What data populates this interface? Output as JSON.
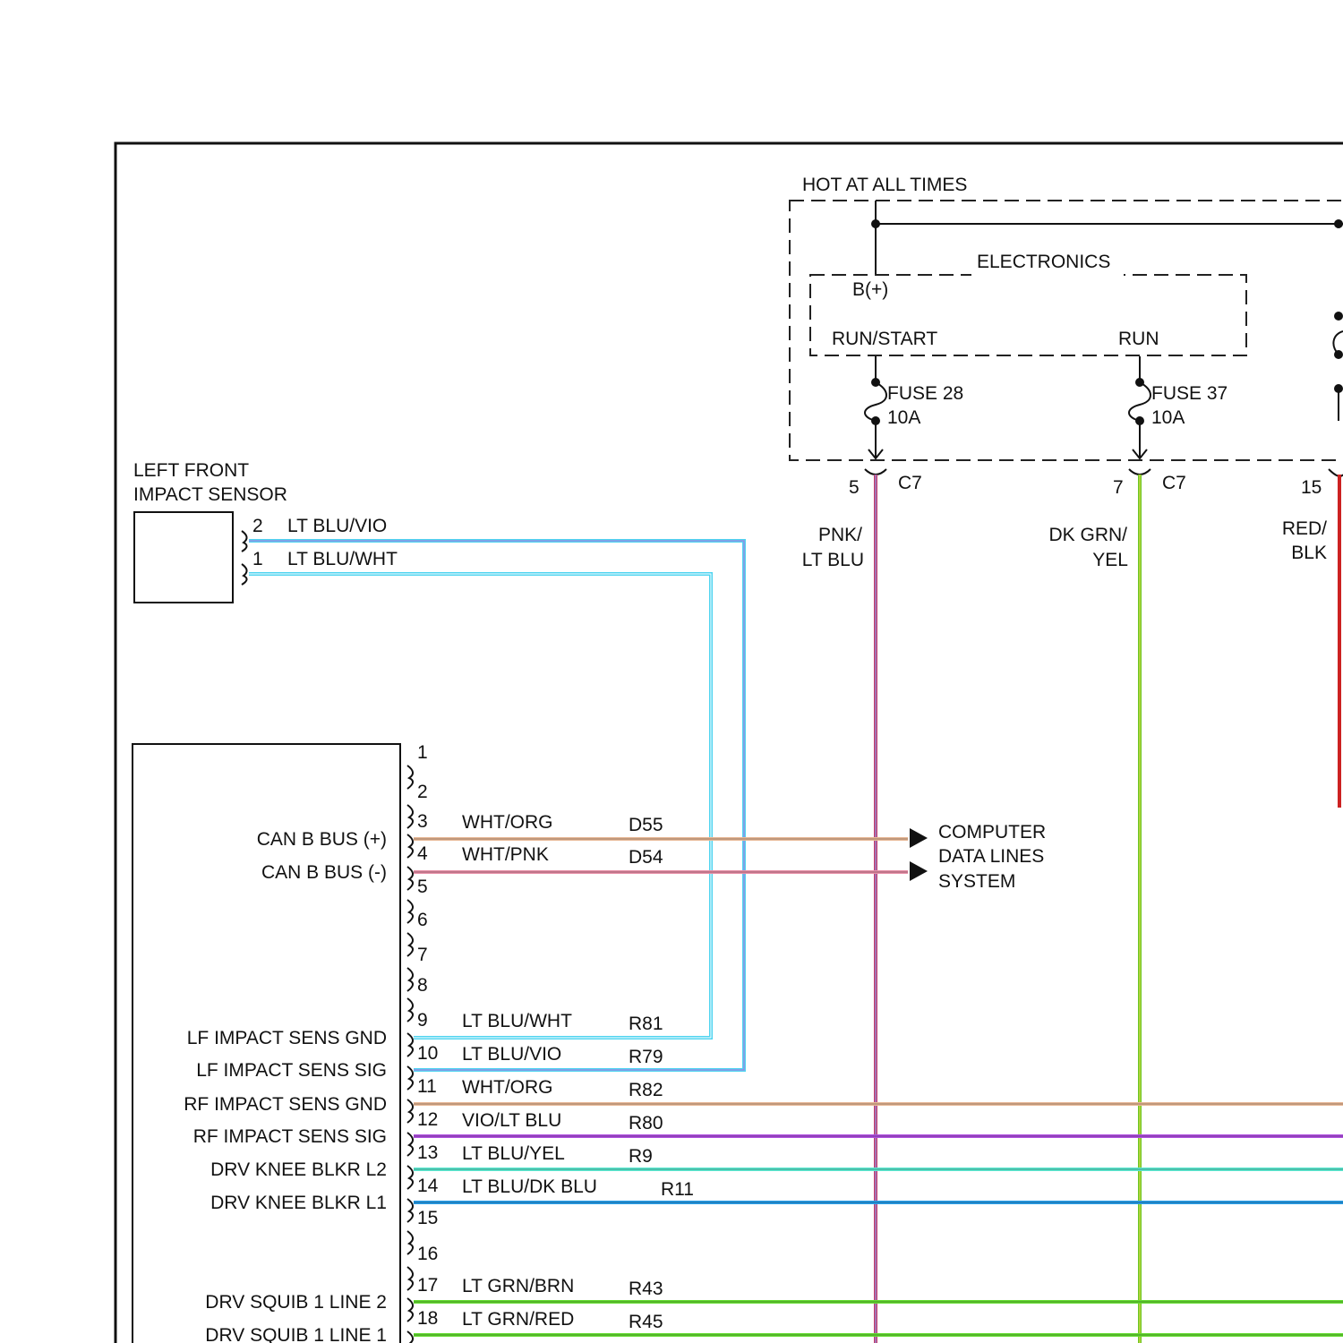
{
  "hot_at_all_times": "HOT AT ALL TIMES",
  "electronics": {
    "title": "ELECTRONICS",
    "b_plus": "B(+)",
    "run_start": "RUN/START",
    "run": "RUN"
  },
  "fuses": [
    {
      "name": "FUSE 28",
      "rating": "10A"
    },
    {
      "name": "FUSE 37",
      "rating": "10A"
    }
  ],
  "c7_pins": [
    {
      "pin": "5",
      "connector": "C7",
      "wire": [
        "PNK/",
        "LT BLU"
      ],
      "color": "#c43a6b"
    },
    {
      "pin": "7",
      "connector": "C7",
      "wire": [
        "DK GRN/",
        "YEL"
      ],
      "color": "#6cc524"
    },
    {
      "pin": "15",
      "connector": "",
      "wire": [
        "RED/",
        "BLK"
      ],
      "color": "#cc2222"
    }
  ],
  "sensor": {
    "title_line1": "LEFT FRONT",
    "title_line2": "IMPACT SENSOR",
    "pins": [
      {
        "pin": "2",
        "wire": "LT BLU/VIO",
        "color": "#4fd4f0",
        "accent": "#b070e0"
      },
      {
        "pin": "1",
        "wire": "LT BLU/WHT",
        "color": "#4fd4f0",
        "accent": "#ffffff"
      }
    ]
  },
  "computer_data_lines": [
    "COMPUTER",
    "DATA LINES",
    "SYSTEM"
  ],
  "module_pins": [
    {
      "pin": "1",
      "label": "",
      "wire": "",
      "circuit": "",
      "color": ""
    },
    {
      "pin": "2",
      "label": "",
      "wire": "",
      "circuit": "",
      "color": ""
    },
    {
      "pin": "3",
      "label": "CAN B BUS (+)",
      "wire": "WHT/ORG",
      "circuit": "D55",
      "color": "#e8b896"
    },
    {
      "pin": "4",
      "label": "CAN B BUS (-)",
      "wire": "WHT/PNK",
      "circuit": "D54",
      "color": "#e890a8"
    },
    {
      "pin": "5",
      "label": "",
      "wire": "",
      "circuit": "",
      "color": ""
    },
    {
      "pin": "6",
      "label": "",
      "wire": "",
      "circuit": "",
      "color": ""
    },
    {
      "pin": "7",
      "label": "",
      "wire": "",
      "circuit": "",
      "color": ""
    },
    {
      "pin": "8",
      "label": "",
      "wire": "",
      "circuit": "",
      "color": ""
    },
    {
      "pin": "9",
      "label": "LF IMPACT SENS GND",
      "wire": "LT BLU/WHT",
      "circuit": "R81",
      "color": "#4fd4f0"
    },
    {
      "pin": "10",
      "label": "LF IMPACT SENS SIG",
      "wire": "LT BLU/VIO",
      "circuit": "R79",
      "color": "#4fd4f0"
    },
    {
      "pin": "11",
      "label": "RF IMPACT SENS GND",
      "wire": "WHT/ORG",
      "circuit": "R82",
      "color": "#e8b896"
    },
    {
      "pin": "12",
      "label": "RF IMPACT SENS SIG",
      "wire": "VIO/LT BLU",
      "circuit": "R80",
      "color": "#b050e0"
    },
    {
      "pin": "13",
      "label": "DRV KNEE BLKR L2",
      "wire": "LT BLU/YEL",
      "circuit": "R9",
      "color": "#5ce8d0"
    },
    {
      "pin": "14",
      "label": "DRV KNEE BLKR L1",
      "wire": "LT BLU/DK BLU",
      "circuit": "R11",
      "color": "#2a9ee8"
    },
    {
      "pin": "15",
      "label": "",
      "wire": "",
      "circuit": "",
      "color": ""
    },
    {
      "pin": "16",
      "label": "",
      "wire": "",
      "circuit": "",
      "color": ""
    },
    {
      "pin": "17",
      "label": "DRV SQUIB 1 LINE 2",
      "wire": "LT GRN/BRN",
      "circuit": "R43",
      "color": "#66dd33"
    },
    {
      "pin": "18",
      "label": "DRV SQUIB 1 LINE 1",
      "wire": "LT GRN/RED",
      "circuit": "R45",
      "color": "#66dd33"
    }
  ]
}
